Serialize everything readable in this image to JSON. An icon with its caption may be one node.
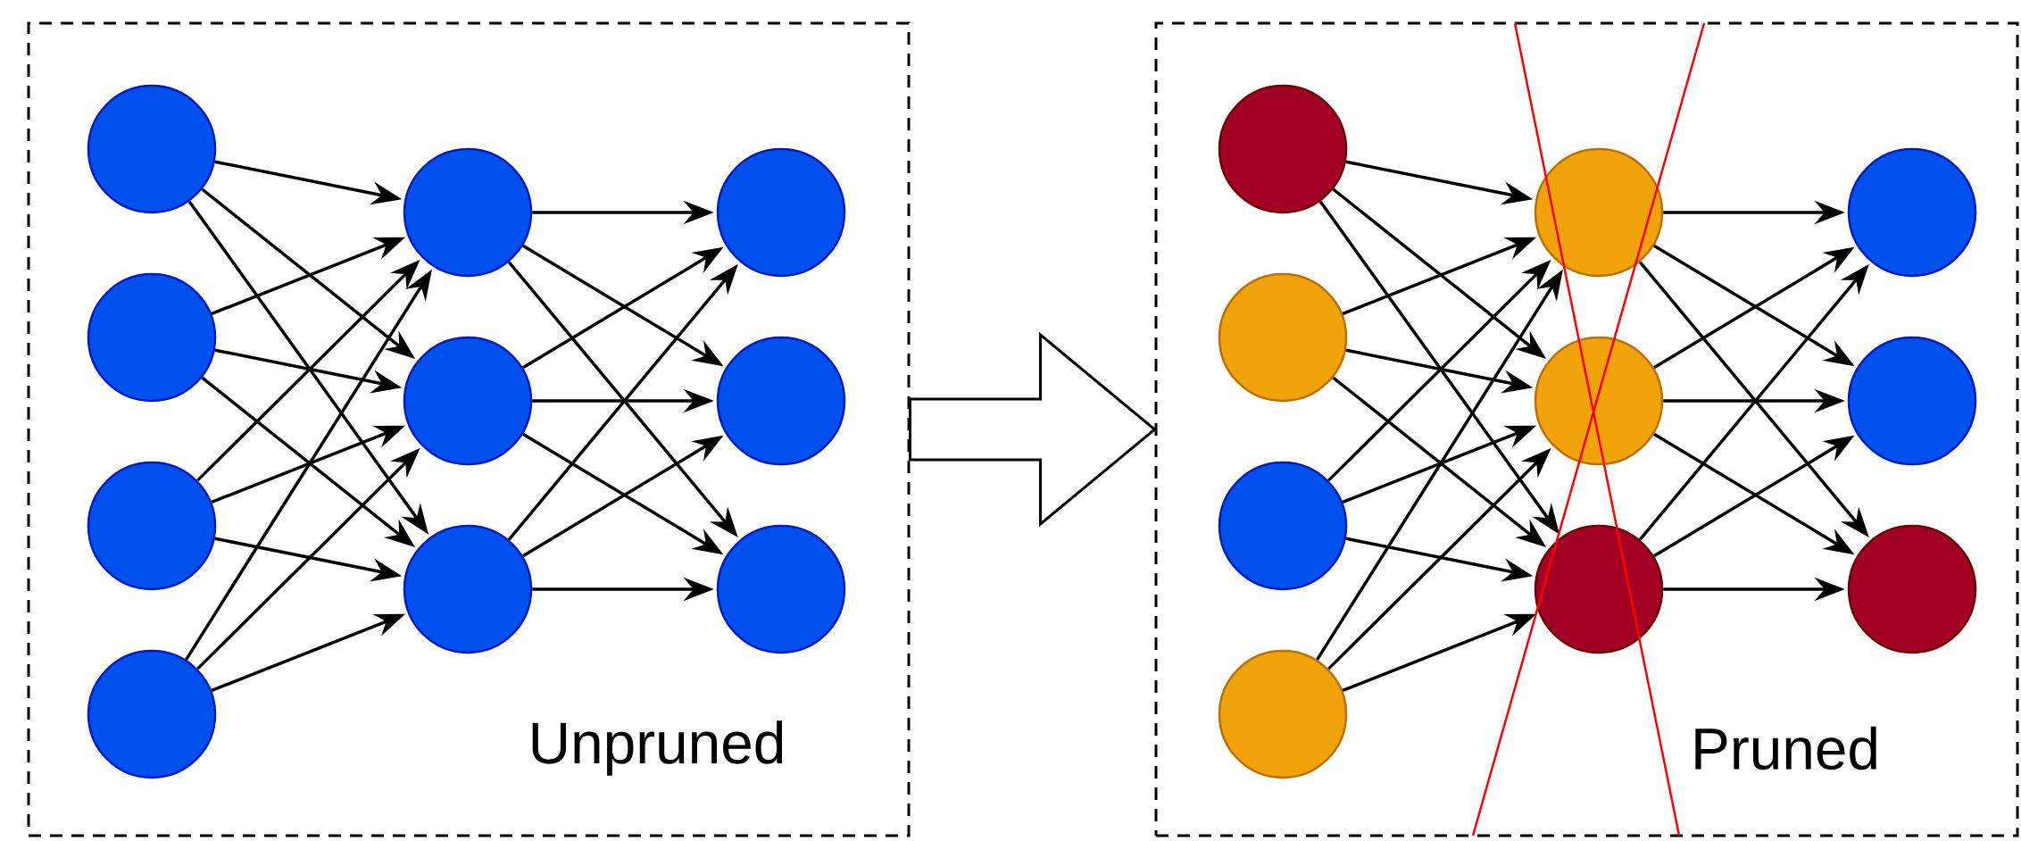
{
  "diagram": {
    "nodes": [
      {
        "text": [
          "Unpruned"
        ]
      },
      {
        "text": [],
        "shape": "circle",
        "in": 0
      },
      {
        "text": [],
        "shape": "circle",
        "in": 0
      },
      {
        "text": [],
        "shape": "circle",
        "in": 0
      },
      {
        "text": [],
        "shape": "circle",
        "in": 0
      },
      {
        "text": [],
        "shape": "circle",
        "in": 0
      },
      {
        "text": [],
        "shape": "circle",
        "in": 0
      },
      {
        "text": [],
        "shape": "circle",
        "in": 0
      },
      {
        "text": [],
        "shape": "circle",
        "in": 0
      },
      {
        "text": [],
        "shape": "circle",
        "in": 0
      },
      {
        "text": [],
        "shape": "circle",
        "in": 0
      },
      {
        "text": [
          "Pruned"
        ]
      },
      {
        "text": [],
        "shape": "circle",
        "in": 11
      },
      {
        "text": [],
        "shape": "circle",
        "in": 11
      },
      {
        "text": [],
        "shape": "circle",
        "in": 11
      },
      {
        "text": [],
        "shape": "circle",
        "in": 11
      },
      {
        "text": [],
        "shape": "circle",
        "in": 11
      },
      {
        "text": [],
        "shape": "circle",
        "in": 11
      },
      {
        "text": [],
        "shape": "circle",
        "in": 11
      },
      {
        "text": [],
        "shape": "circle",
        "in": 11
      },
      {
        "text": [],
        "shape": "circle",
        "in": 11
      },
      {
        "text": [],
        "shape": "circle",
        "in": 11
      }
    ],
    "edges": [
      {
        "from": 1,
        "to": 5,
        "arrow": "to"
      },
      {
        "from": 1,
        "to": 6,
        "arrow": "to"
      },
      {
        "from": 1,
        "to": 7,
        "arrow": "to"
      },
      {
        "from": 2,
        "to": 5,
        "arrow": "to"
      },
      {
        "from": 2,
        "to": 6,
        "arrow": "to"
      },
      {
        "from": 2,
        "to": 7,
        "arrow": "to"
      },
      {
        "from": 3,
        "to": 5,
        "arrow": "to"
      },
      {
        "from": 3,
        "to": 6,
        "arrow": "to"
      },
      {
        "from": 3,
        "to": 7,
        "arrow": "to"
      },
      {
        "from": 4,
        "to": 5,
        "arrow": "to"
      },
      {
        "from": 4,
        "to": 6,
        "arrow": "to"
      },
      {
        "from": 4,
        "to": 7,
        "arrow": "to"
      },
      {
        "from": 5,
        "to": 8,
        "arrow": "to"
      },
      {
        "from": 5,
        "to": 9,
        "arrow": "to"
      },
      {
        "from": 5,
        "to": 10,
        "arrow": "to"
      },
      {
        "from": 6,
        "to": 8,
        "arrow": "to"
      },
      {
        "from": 6,
        "to": 9,
        "arrow": "to"
      },
      {
        "from": 6,
        "to": 10,
        "arrow": "to"
      },
      {
        "from": 7,
        "to": 8,
        "arrow": "to"
      },
      {
        "from": 7,
        "to": 9,
        "arrow": "to"
      },
      {
        "from": 7,
        "to": 10,
        "arrow": "to"
      },
      {
        "from": 0,
        "to": 11,
        "arrow": "to"
      },
      {
        "from": 12,
        "to": 16,
        "arrow": "to"
      },
      {
        "from": 12,
        "to": 17,
        "arrow": "to"
      },
      {
        "from": 12,
        "to": 18,
        "arrow": "to"
      },
      {
        "from": 13,
        "to": 16,
        "arrow": "to"
      },
      {
        "from": 13,
        "to": 17,
        "arrow": "to"
      },
      {
        "from": 13,
        "to": 18,
        "arrow": "to"
      },
      {
        "from": 14,
        "to": 16,
        "arrow": "to"
      },
      {
        "from": 14,
        "to": 17,
        "arrow": "to"
      },
      {
        "from": 14,
        "to": 18,
        "arrow": "to"
      },
      {
        "from": 15,
        "to": 16,
        "arrow": "to"
      },
      {
        "from": 15,
        "to": 17,
        "arrow": "to"
      },
      {
        "from": 15,
        "to": 18,
        "arrow": "to"
      },
      {
        "from": 16,
        "to": 19,
        "arrow": "to"
      },
      {
        "from": 16,
        "to": 20,
        "arrow": "to"
      },
      {
        "from": 16,
        "to": 21,
        "arrow": "to"
      },
      {
        "from": 17,
        "to": 19,
        "arrow": "to"
      },
      {
        "from": 17,
        "to": 20,
        "arrow": "to"
      },
      {
        "from": 17,
        "to": 21,
        "arrow": "to"
      },
      {
        "from": 18,
        "to": 19,
        "arrow": "to"
      },
      {
        "from": 18,
        "to": 20,
        "arrow": "to"
      },
      {
        "from": 18,
        "to": 21,
        "arrow": "to"
      }
    ]
  }
}
